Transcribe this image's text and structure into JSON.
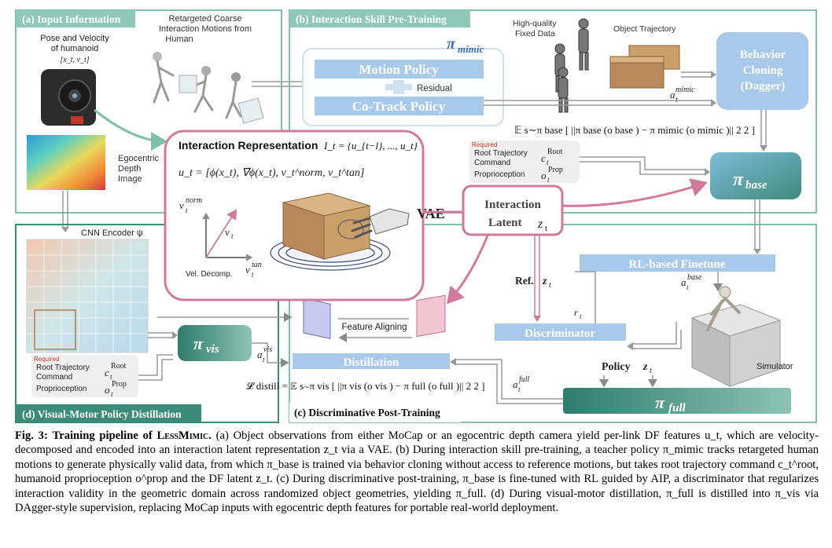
{
  "panels": {
    "a": "(a) Input Information",
    "b": "(b) Interaction Skill Pre-Training",
    "c": "(c) Discriminative Post-Training",
    "d": "(d) Visual-Motor Policy Distillation"
  },
  "input": {
    "pose_velocity_line1": "Pose and Velocity",
    "pose_velocity_line2": "of humanoid",
    "pose_vars": "[x_t, v_t]",
    "retarget_line1": "Retargeted Coarse",
    "retarget_line2": "Interaction Motions from",
    "retarget_line3": "Human",
    "depth_line1": "Egocentric",
    "depth_line2": "Depth",
    "depth_line3": "Image",
    "cnn_encoder": "CNN Encoder ψ"
  },
  "pretrain": {
    "pi_mimic_label": "mimic",
    "motion_policy": "Motion Policy",
    "residual": "Residual",
    "cotrack_policy": "Co-Track Policy",
    "high_quality_line1": "High-quality",
    "high_quality_line2": "Fixed Data",
    "object_trajectory": "Object Trajectory",
    "behavior_cloning": [
      "Behavior",
      "Cloning",
      "(Dagger)"
    ],
    "a_mimic_sup": "mimic",
    "bc_loss": "𝔼 s∼π base [ ||π base (o base ) − π mimic (o mimic )|| 2 2 ]",
    "pi_base_label": "base"
  },
  "required_base": {
    "tag": "Required",
    "rows": [
      "Root Trajectory",
      "Command",
      "Proprioception"
    ],
    "c_sup": "Root",
    "o_sup": "Prop"
  },
  "interaction": {
    "title": "Interaction Representation",
    "title_formula": "I_t = {u_{t−l}, ..., u_t}",
    "u_formula": "u_t = [ϕ(x_t), ∇ϕ(x_t), v_t^norm, v_t^tan]",
    "v_norm": "norm",
    "v_tan": "tan",
    "vel_decomp": "Vel. Decomp.",
    "vae": "VAE",
    "latent_line1": "Interaction",
    "latent_line2": "Latent",
    "latent_var": "z"
  },
  "posttrain": {
    "rl_finetune": "RL-based Finetune",
    "a_base_sup": "base",
    "ref_z": "Ref.",
    "discriminator": "Discriminator",
    "r_t": "r",
    "simulator": "Simulator",
    "policy_z": "Policy",
    "pi_full_label": "full",
    "a_full_sup": "full"
  },
  "distill": {
    "pi_vis_label": "vis",
    "a_vis_sup": "vis",
    "feature_aligning": "Feature Aligning",
    "distillation": "Distillation",
    "loss": "𝓛 distill = 𝔼 s∼π vis [ ||π vis (o vis ) − π full (o full )|| 2 2 ]"
  },
  "required_vis": {
    "tag": "Required",
    "rows": [
      "Root Trajectory",
      "Command",
      "Proprioception"
    ],
    "c_sup": "Root",
    "o_sup": "Prop"
  },
  "caption": {
    "fig": "Fig. 3:",
    "bold_title": "Training pipeline of",
    "method": "LessMimic.",
    "text": "(a) Object observations from either MoCap or an egocentric depth camera yield per-link DF features u_t, which are velocity-decomposed and encoded into an interaction latent representation z_t via a VAE. (b) During interaction skill pre-training, a teacher policy π_mimic tracks retargeted human motions to generate physically valid data, from which π_base is trained via behavior cloning without access to reference motions, but takes root trajectory command c_t^root, humanoid proprioception o^prop and the DF latent z_t. (c) During discriminative post-training, π_base is fine-tuned with RL guided by AIP, a discriminator that regularizes interaction validity in the geometric domain across randomized object geometries, yielding π_full. (d) During visual-motor distillation, π_full is distilled into π_vis via DAgger-style supervision, replacing MoCap inputs with egocentric depth features for portable real-world deployment."
  },
  "colors": {
    "panel_border": "#7fbfae",
    "panel_tag": "#5aa691",
    "blue_box": "#a9c9ea",
    "pink": "#d17a9b",
    "teal_dark": "#3c8a78"
  }
}
